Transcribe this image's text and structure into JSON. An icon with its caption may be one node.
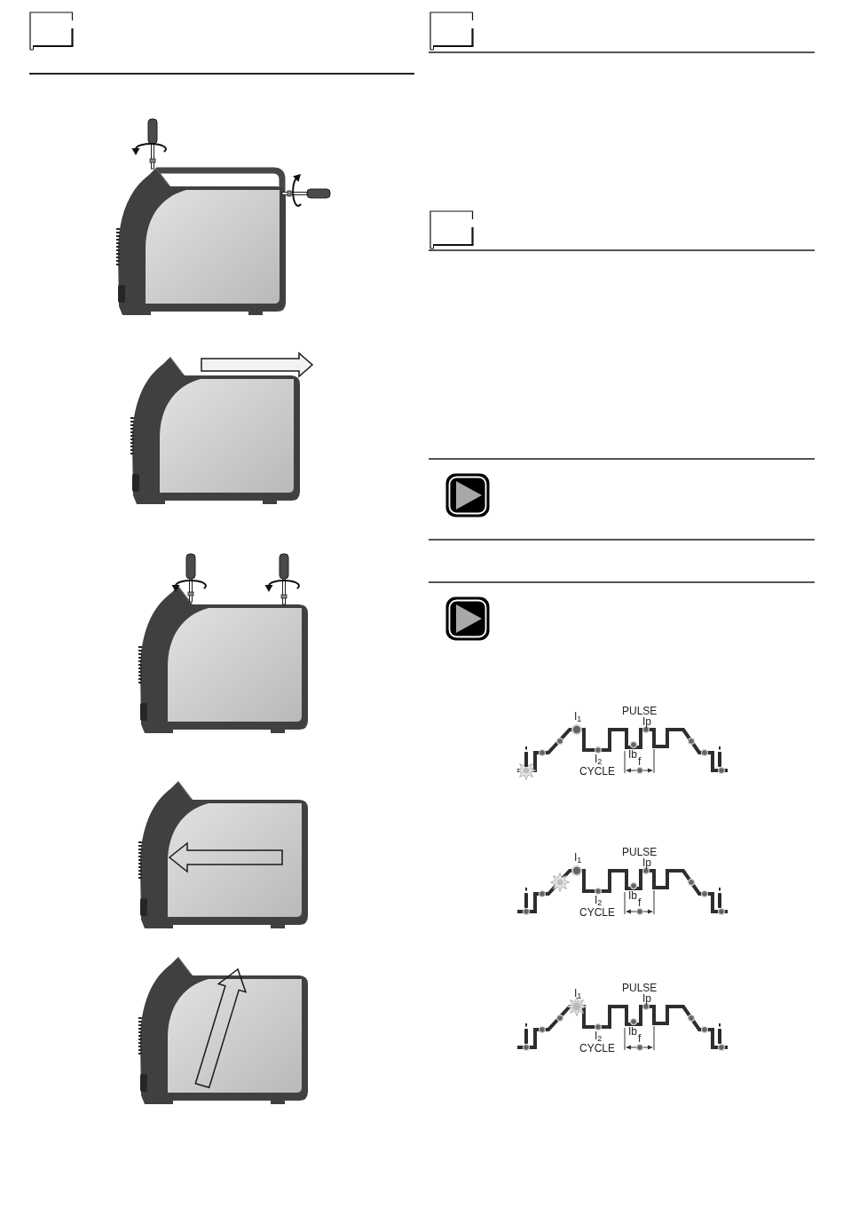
{
  "diagram": {
    "labels": [
      "PULSE",
      "I$_{1}$",
      "Ip",
      "Ib",
      "I$_{2}$",
      "f",
      "CYCLE",
      "PULSE",
      "I$_{1}$",
      "Ip",
      "Ib",
      "I$_{2}$",
      "f",
      "CYCLE",
      "PULSE",
      "I$_{1}$",
      "Ip",
      "Ib",
      "I$_{2}$",
      "f",
      "CYCLE"
    ]
  }
}
